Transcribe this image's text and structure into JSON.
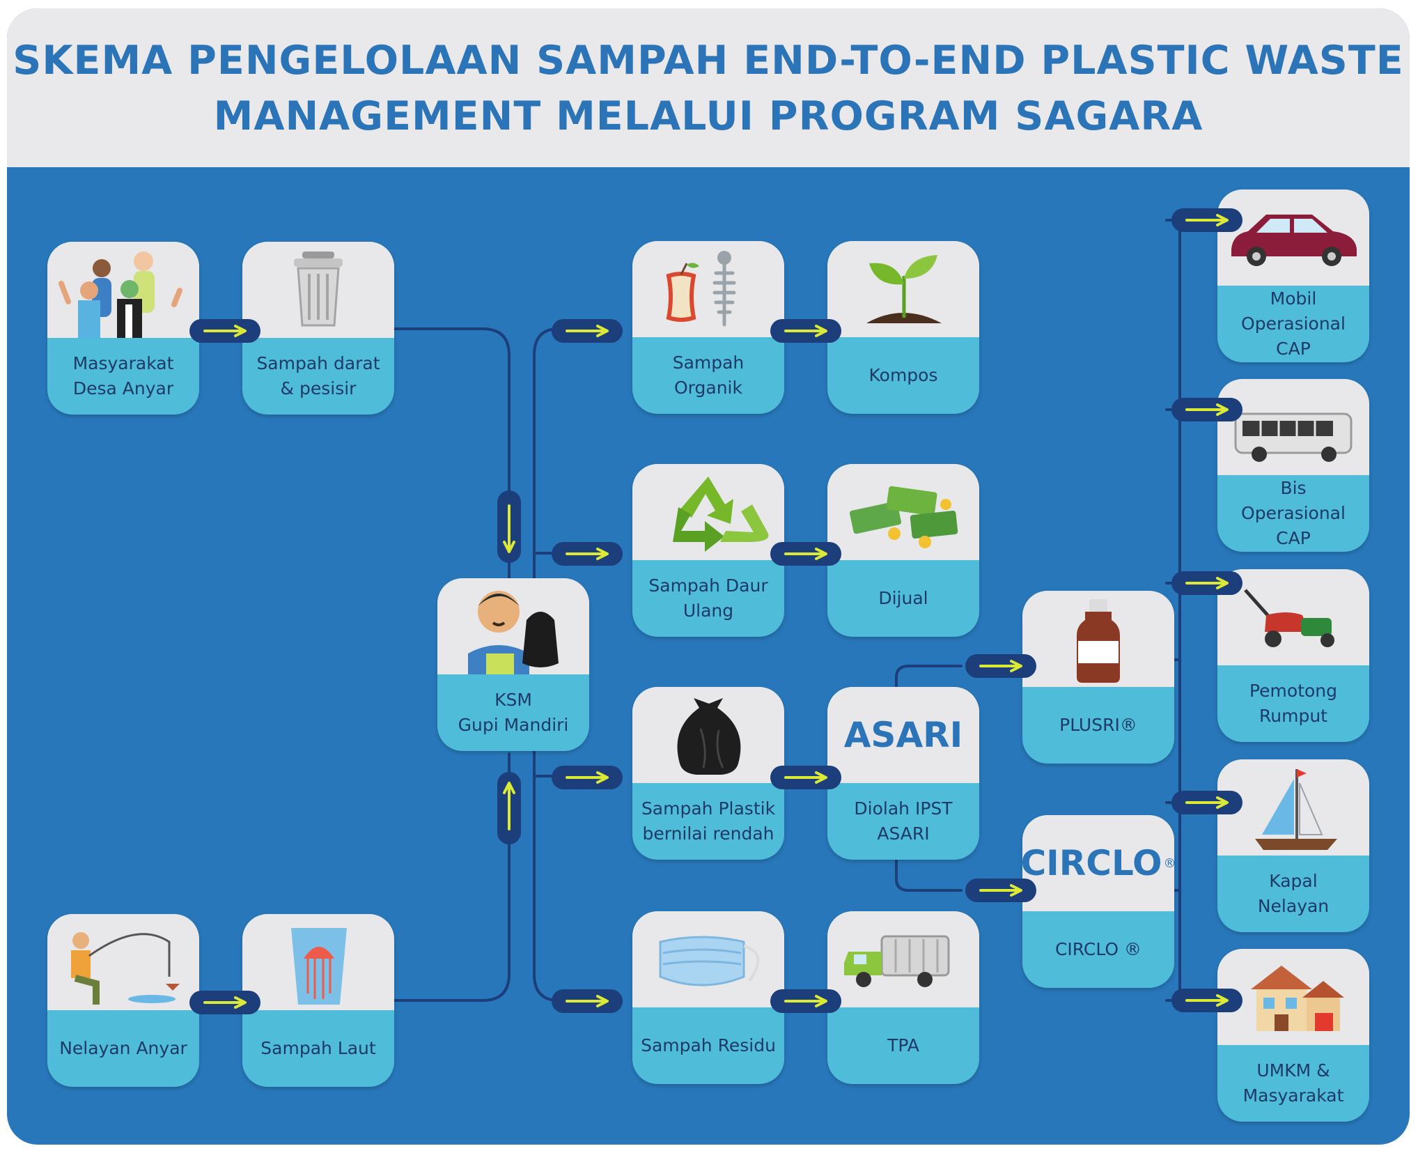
{
  "title": {
    "line1": "SKEMA PENGELOLAAN SAMPAH END-TO-END PLASTIC WASTE",
    "line2": "MANAGEMENT MELALUI PROGRAM SAGARA"
  },
  "colors": {
    "background": "#2877ba",
    "card_bottom": "#4fbcd9",
    "card_top": "#e8e8ea",
    "arrow_pill": "#1c3f7c",
    "arrow_head": "#dcea37",
    "title": "#2a74b7"
  },
  "nodes": {
    "masyarakat": {
      "label": "Masyarakat\nDesa Anyar",
      "icon": "people-icon"
    },
    "sampah_darat": {
      "label": "Sampah darat\n& pesisir",
      "icon": "trash-can-icon"
    },
    "nelayan": {
      "label": "Nelayan Anyar",
      "icon": "fisherman-icon"
    },
    "sampah_laut": {
      "label": "Sampah Laut",
      "icon": "jellyfish-bag-icon"
    },
    "ksm": {
      "label": "KSM\nGupi Mandiri",
      "icon": "worker-icon"
    },
    "organik": {
      "label": "Sampah Organik",
      "icon": "organic-waste-icon"
    },
    "daur_ulang": {
      "label": "Sampah Daur\nUlang",
      "icon": "recycle-icon"
    },
    "plastik": {
      "label": "Sampah Plastik\nbernilai rendah",
      "icon": "garbage-bag-icon"
    },
    "residu": {
      "label": "Sampah Residu",
      "icon": "face-mask-icon"
    },
    "kompos": {
      "label": "Kompos",
      "icon": "sprout-icon"
    },
    "dijual": {
      "label": "Dijual",
      "icon": "money-icon"
    },
    "asari": {
      "label": "Diolah IPST\nASARI",
      "brand": "ASARI"
    },
    "tpa": {
      "label": "TPA",
      "icon": "garbage-truck-icon"
    },
    "plusri": {
      "label": "PLUSRI®",
      "icon": "bottle-icon"
    },
    "circlo": {
      "label": "CIRCLO ®",
      "brand": "CIRCLO",
      "reg": "®"
    },
    "mobil": {
      "label": "Mobil\nOperasional CAP",
      "icon": "car-icon"
    },
    "bis": {
      "label": "Bis\nOperasional CAP",
      "icon": "bus-icon"
    },
    "pemotong": {
      "label": "Pemotong\nRumput",
      "icon": "lawn-mower-icon"
    },
    "kapal": {
      "label": "Kapal\nNelayan",
      "icon": "sailboat-icon"
    },
    "umkm": {
      "label": "UMKM &\nMasyarakat",
      "icon": "house-icon"
    }
  }
}
